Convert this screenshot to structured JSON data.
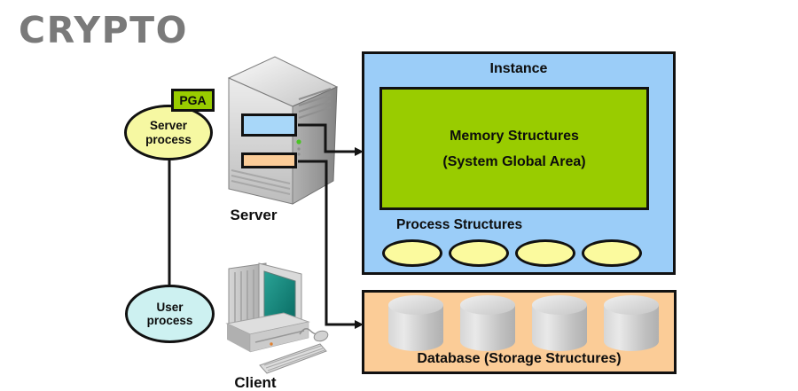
{
  "logo": {
    "text": "CRYPTO",
    "color": "#7a7a7a"
  },
  "nodes": {
    "pga": {
      "label": "PGA"
    },
    "server_process": {
      "line1": "Server",
      "line2": "process"
    },
    "user_process": {
      "line1": "User",
      "line2": "process"
    },
    "server": {
      "label": "Server"
    },
    "client": {
      "label": "Client"
    }
  },
  "instance": {
    "title": "Instance",
    "memory": {
      "line1": "Memory Structures",
      "line2": "(System Global Area)"
    },
    "process_structures": {
      "label": "Process Structures",
      "ellipse_count": 4
    }
  },
  "database": {
    "label": "Database (Storage Structures)",
    "cylinder_count": 4
  },
  "colors": {
    "instance_fill": "#9bcdf8",
    "memory_fill": "#99cc00",
    "pga_fill": "#99cc00",
    "database_fill": "#fbcc97",
    "process_ellipse_fill": "#fbfa9e",
    "server_process_fill": "#f6f8a2",
    "user_process_fill": "#cdf1f1",
    "server_slot_blue": "#a8d7f9",
    "server_slot_orange": "#fbcc98",
    "connector_line": "#141414",
    "logo_gray": "#7a7a7a"
  }
}
